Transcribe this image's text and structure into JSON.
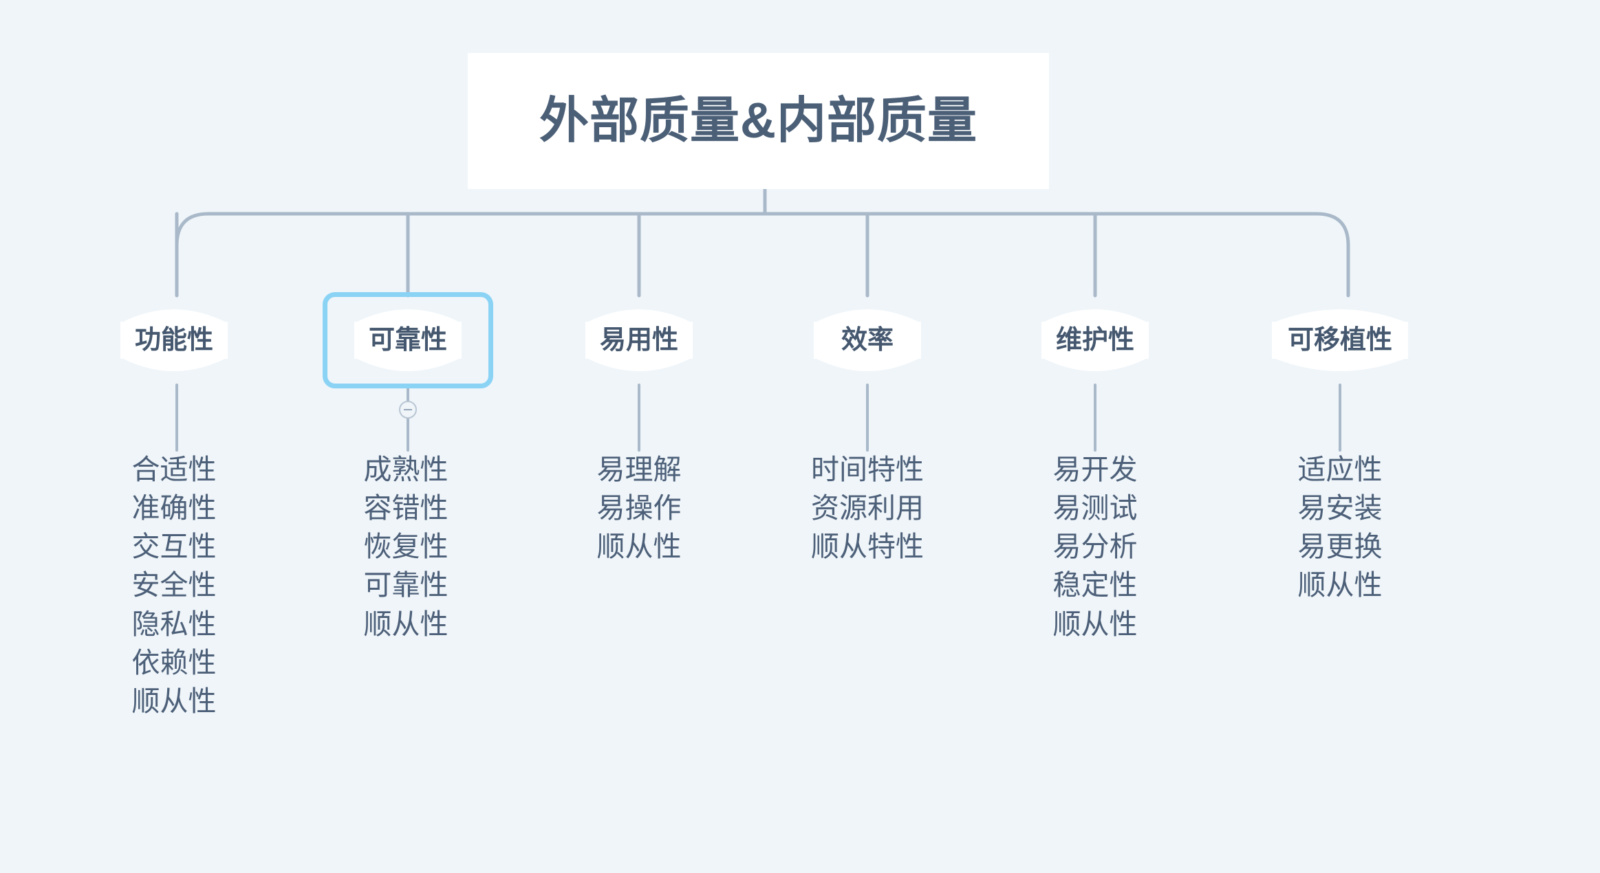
{
  "background_color": "#eff5f9",
  "accent_color": "#8ad3f5",
  "text_color": "#4d6079",
  "edge_color": "#a9b9c9",
  "root": {
    "label": "外部质量&内部质量"
  },
  "branches": [
    {
      "id": "functionality",
      "label": "功能性",
      "selected": false,
      "leaves": [
        "合适性",
        "准确性",
        "交互性",
        "安全性",
        "隐私性",
        "依赖性",
        "顺从性"
      ]
    },
    {
      "id": "reliability",
      "label": "可靠性",
      "selected": true,
      "collapse_toggle": "minus",
      "leaves": [
        "成熟性",
        "容错性",
        "恢复性",
        "可靠性",
        "顺从性"
      ]
    },
    {
      "id": "usability",
      "label": "易用性",
      "selected": false,
      "leaves": [
        "易理解",
        "易操作",
        "顺从性"
      ]
    },
    {
      "id": "efficiency",
      "label": "效率",
      "selected": false,
      "leaves": [
        "时间特性",
        "资源利用",
        "顺从特性"
      ]
    },
    {
      "id": "maintainability",
      "label": "维护性",
      "selected": false,
      "leaves": [
        "易开发",
        "易测试",
        "易分析",
        "稳定性",
        "顺从性"
      ]
    },
    {
      "id": "portability",
      "label": "可移植性",
      "selected": false,
      "leaves": [
        "适应性",
        "易安装",
        "易更换",
        "顺从性"
      ]
    }
  ]
}
